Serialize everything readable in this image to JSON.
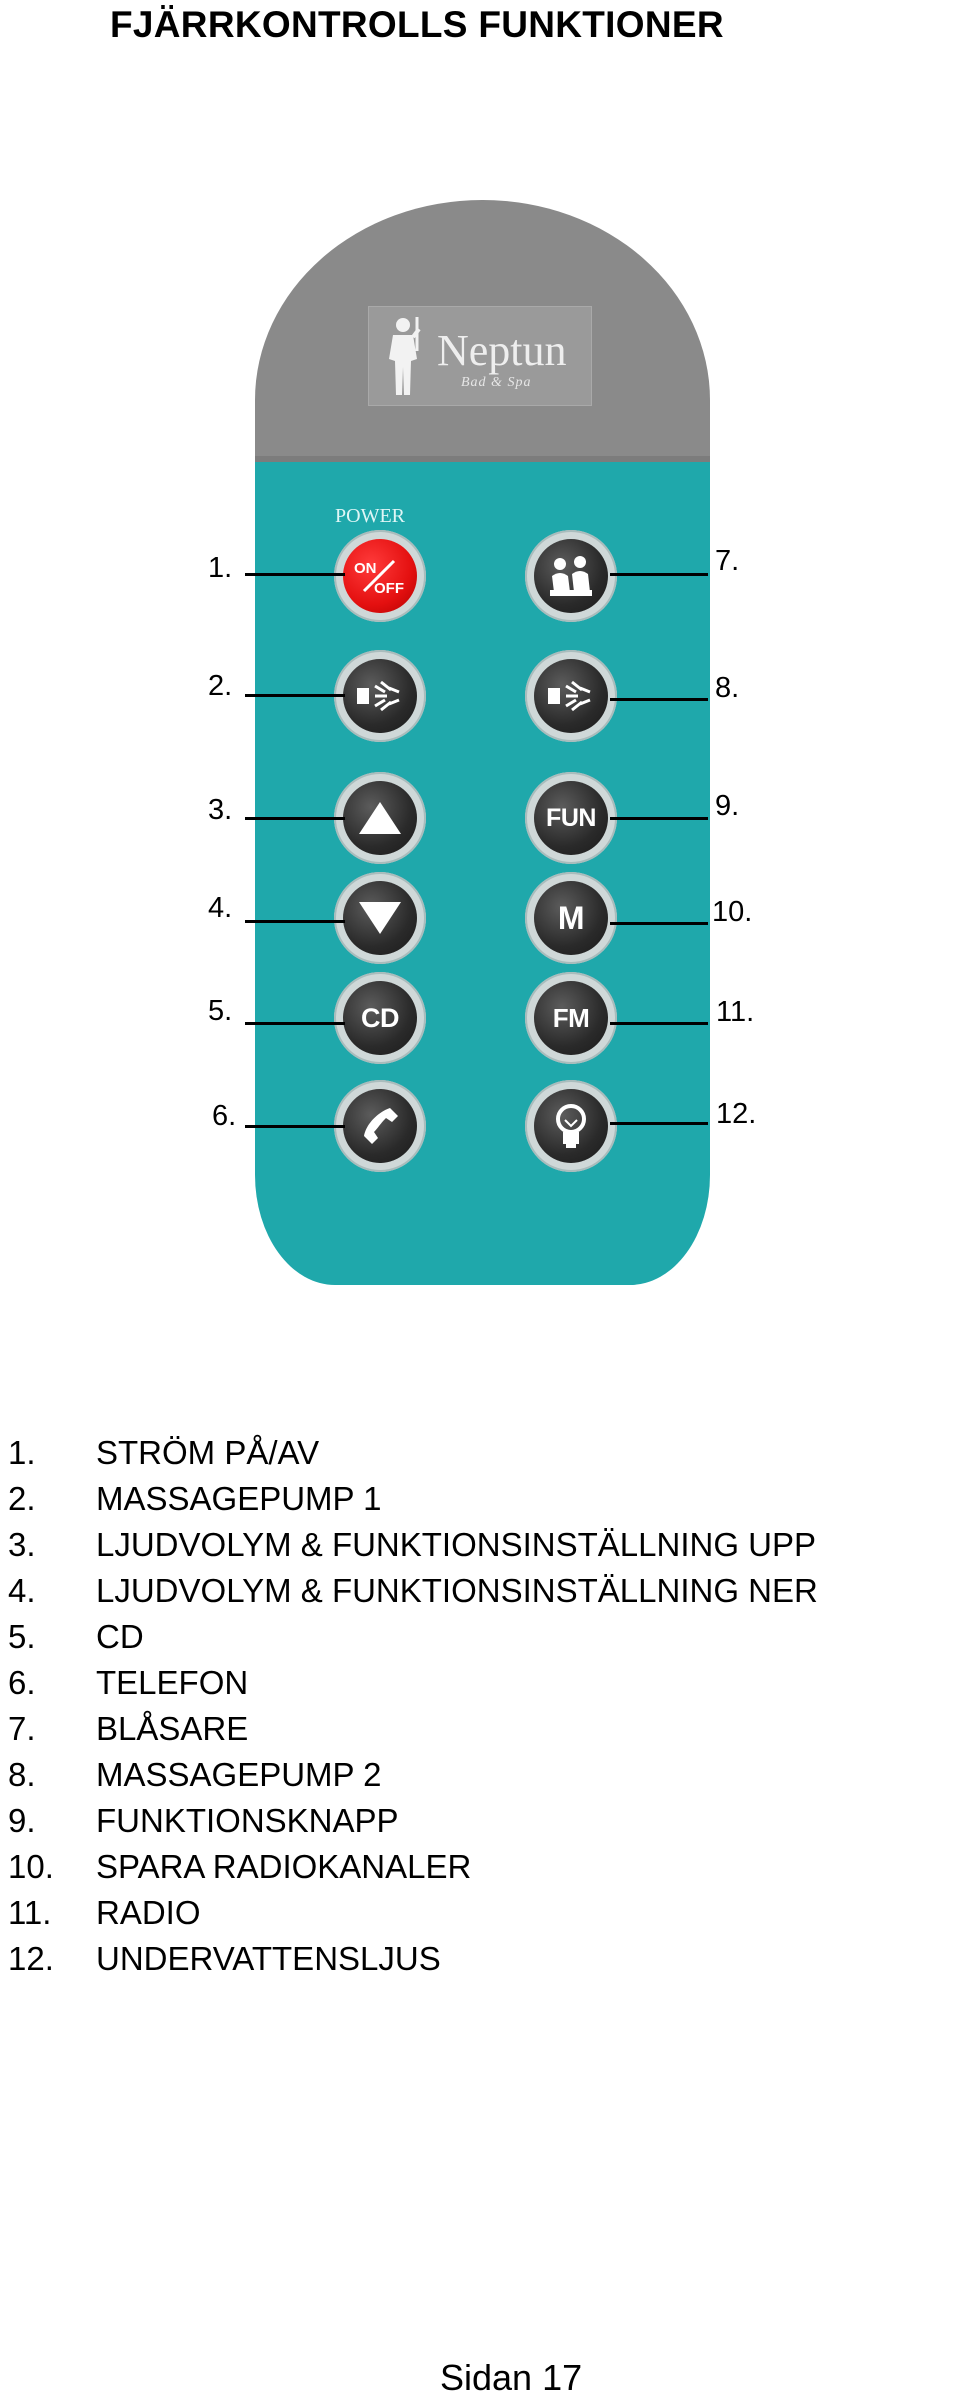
{
  "title": "FJÄRRKONTROLLS FUNKTIONER",
  "remote": {
    "brand": "Neptun",
    "brand_sub": "Bad & Spa",
    "power_label": "POWER",
    "on_off_label": "ON/OFF",
    "button_labels": {
      "fun": "FUN",
      "m": "M",
      "cd": "CD",
      "fm": "FM"
    },
    "callouts": [
      "1.",
      "2.",
      "3.",
      "4.",
      "5.",
      "6.",
      "7.",
      "8.",
      "9.",
      "10.",
      "11.",
      "12."
    ]
  },
  "functions": [
    {
      "num": "1.",
      "label": "STRÖM PÅ/AV"
    },
    {
      "num": "2.",
      "label": "MASSAGEPUMP 1"
    },
    {
      "num": "3.",
      "label": "LJUDVOLYM & FUNKTIONSINSTÄLLNING UPP"
    },
    {
      "num": "4.",
      "label": "LJUDVOLYM & FUNKTIONSINSTÄLLNING NER"
    },
    {
      "num": "5.",
      "label": "CD"
    },
    {
      "num": "6.",
      "label": "TELEFON"
    },
    {
      "num": "7.",
      "label": "BLÅSARE"
    },
    {
      "num": "8.",
      "label": "MASSAGEPUMP 2"
    },
    {
      "num": "9.",
      "label": "FUNKTIONSKNAPP"
    },
    {
      "num": "10.",
      "label": "SPARA RADIOKANALER"
    },
    {
      "num": "11.",
      "label": "RADIO"
    },
    {
      "num": "12.",
      "label": "UNDERVATTENSLJUS"
    }
  ],
  "footer": "Sidan 17",
  "colors": {
    "remote_body": "#1fa8ab",
    "remote_top": "#8a8a8a",
    "power_button": "#e41010",
    "button": "#2a2a2a"
  },
  "icons": [
    "on-off-icon",
    "massage-jet-icon",
    "triangle-up-icon",
    "triangle-down-icon",
    "phone-icon",
    "blower-icon",
    "lightbulb-icon",
    "neptun-logo-figure-icon"
  ]
}
